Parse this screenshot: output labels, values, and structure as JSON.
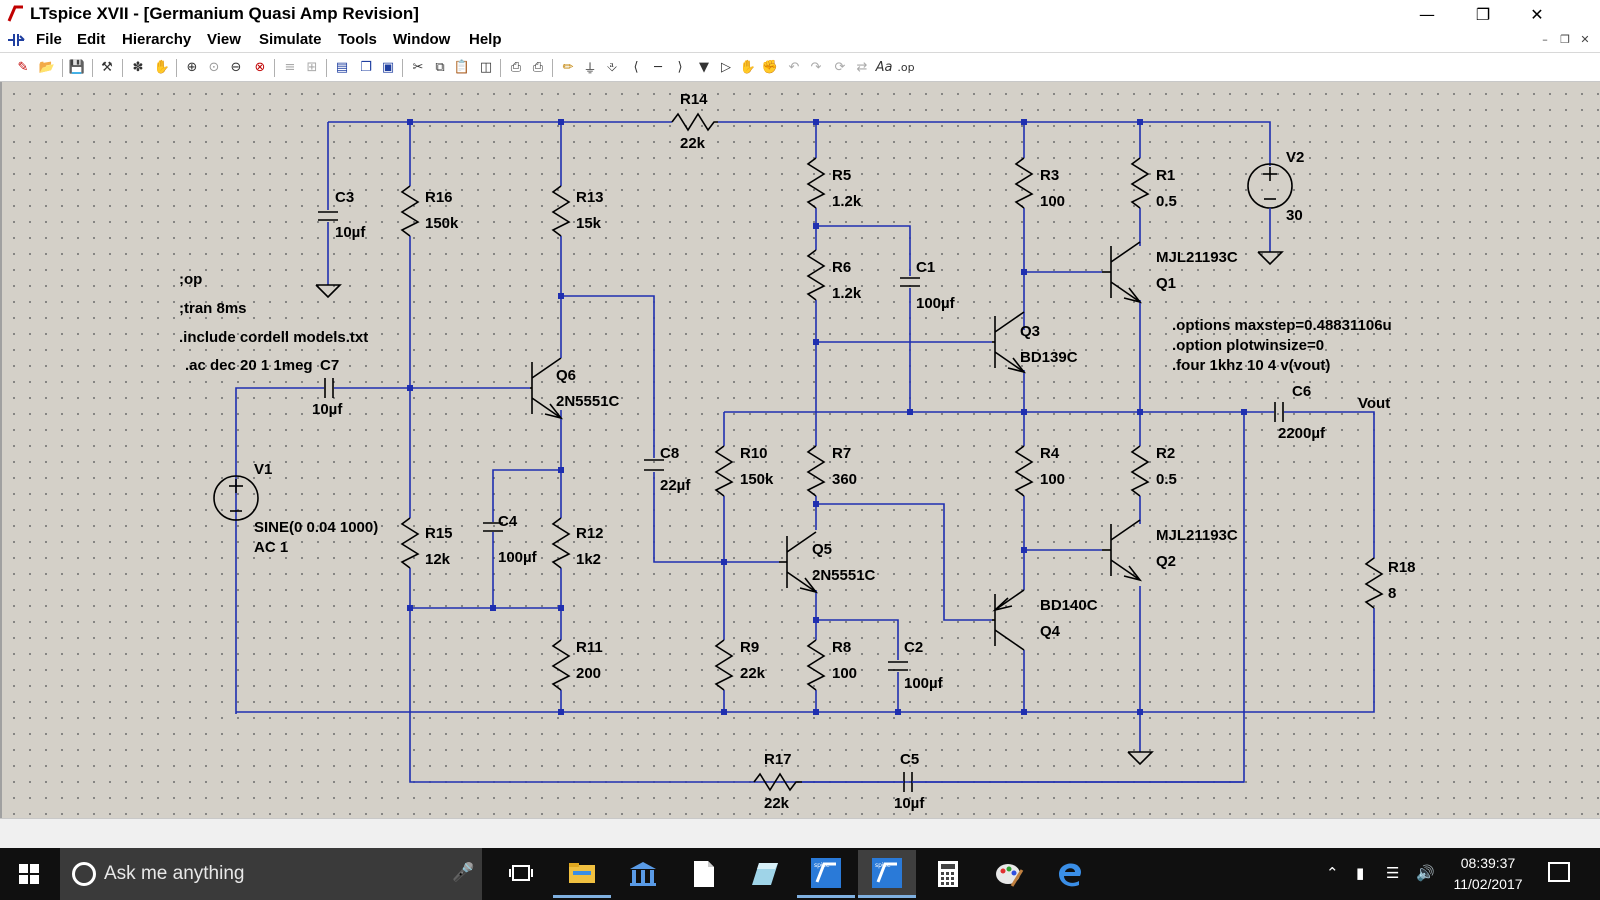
{
  "window": {
    "title": "LTspice XVII - [Germanium Quasi Amp Revision]",
    "controls": [
      "minimize",
      "maximize",
      "close"
    ],
    "mdi_controls": [
      "minimize",
      "restore",
      "close"
    ]
  },
  "menu": [
    "File",
    "Edit",
    "Hierarchy",
    "View",
    "Simulate",
    "Tools",
    "Window",
    "Help"
  ],
  "toolbar_icons": [
    "new-schematic-icon",
    "open-icon",
    "save-icon",
    "control-panel-icon",
    "run-icon",
    "halt-icon",
    "zoom-in-icon",
    "zoom-fit-icon",
    "zoom-out-icon",
    "zoom-cancel-icon",
    "autorange-icon",
    "grid-icon",
    "tile-horizontal-icon",
    "cascade-icon",
    "close-all-icon",
    "cut-icon",
    "copy-icon",
    "paste-icon",
    "find-icon",
    "print-icon",
    "print-setup-icon",
    "wire-icon",
    "ground-icon",
    "label-net-icon",
    "resistor-icon",
    "capacitor-icon",
    "inductor-icon",
    "diode-icon",
    "component-icon",
    "move-icon",
    "drag-icon",
    "undo-icon",
    "redo-icon",
    "rotate-icon",
    "mirror-icon",
    "text-icon",
    "spice-directive-icon"
  ],
  "schematic": {
    "components": [
      {
        "ref": "R14",
        "value": "22k"
      },
      {
        "ref": "C3",
        "value": "10µf"
      },
      {
        "ref": "R16",
        "value": "150k"
      },
      {
        "ref": "R13",
        "value": "15k"
      },
      {
        "ref": "R5",
        "value": "1.2k"
      },
      {
        "ref": "R3",
        "value": "100"
      },
      {
        "ref": "R1",
        "value": "0.5"
      },
      {
        "ref": "V2",
        "value": "30"
      },
      {
        "ref": "R6",
        "value": "1.2k"
      },
      {
        "ref": "C1",
        "value": "100µf"
      },
      {
        "ref": "Q1",
        "value": "MJL21193C"
      },
      {
        "ref": "Q3",
        "value": "BD139C"
      },
      {
        "ref": "C7",
        "value": "10µf"
      },
      {
        "ref": "Q6",
        "value": "2N5551C"
      },
      {
        "ref": "C6",
        "value": "2200µf"
      },
      {
        "ref": "C8",
        "value": "22µf"
      },
      {
        "ref": "R10",
        "value": "150k"
      },
      {
        "ref": "R7",
        "value": "360"
      },
      {
        "ref": "R4",
        "value": "100"
      },
      {
        "ref": "R2",
        "value": "0.5"
      },
      {
        "ref": "V1",
        "value": "SINE(0 0.04 1000)"
      },
      {
        "ref": "R15",
        "value": "12k"
      },
      {
        "ref": "C4",
        "value": "100µf"
      },
      {
        "ref": "R12",
        "value": "1k2"
      },
      {
        "ref": "Q5",
        "value": "2N5551C"
      },
      {
        "ref": "Q2",
        "value": "MJL21193C"
      },
      {
        "ref": "R18",
        "value": "8"
      },
      {
        "ref": "Q4",
        "value": "BD140C"
      },
      {
        "ref": "R11",
        "value": "200"
      },
      {
        "ref": "R9",
        "value": "22k"
      },
      {
        "ref": "R8",
        "value": "100"
      },
      {
        "ref": "C2",
        "value": "100µf"
      },
      {
        "ref": "R17",
        "value": "22k"
      },
      {
        "ref": "C5",
        "value": "10µf"
      }
    ],
    "v1_ac": "AC 1",
    "net_label": "Vout",
    "directives_left": [
      ";op",
      ";tran 8ms",
      ".include cordell models.txt",
      ".ac dec 20 1 1meg"
    ],
    "directives_right": [
      ".options maxstep=0.48831106u",
      ".option plotwinsize=0",
      ".four 1khz 10 4 v(vout)"
    ]
  },
  "statusbar": {
    "text": ""
  },
  "taskbar": {
    "search_placeholder": "Ask me anything",
    "apps": [
      "task-view-icon",
      "file-explorer-icon",
      "library-icon",
      "document-icon",
      "3d-app-icon",
      "ltspice-iv-icon",
      "ltspice-xvii-icon",
      "calculator-icon",
      "paint-icon",
      "edge-icon"
    ],
    "time": "08:39:37",
    "date": "11/02/2017"
  }
}
